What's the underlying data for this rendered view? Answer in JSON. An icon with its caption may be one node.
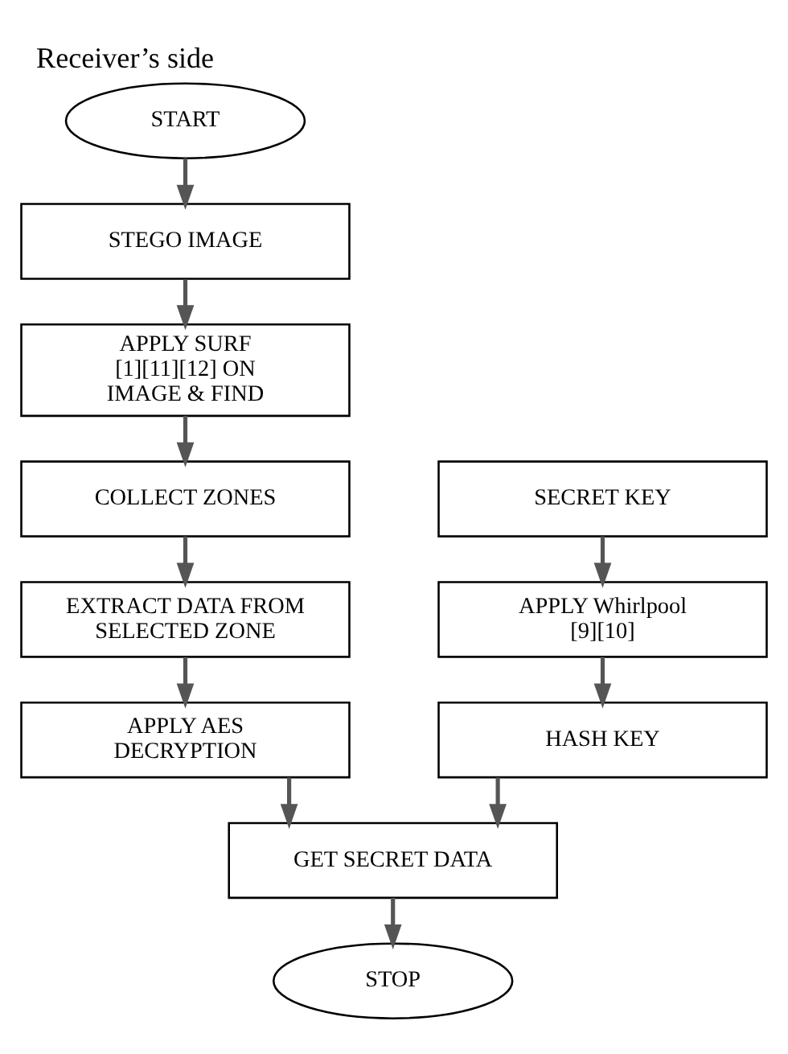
{
  "diagram": {
    "title": "Receiver’s side",
    "nodes": [
      {
        "text": [
          "START"
        ]
      },
      {
        "text": [
          "STEGO IMAGE"
        ]
      },
      {
        "text": [
          "APPLY SURF [1][11][12] ON IMAGE & FIND"
        ]
      },
      {
        "text": [
          "COLLECT ZONES"
        ]
      },
      {
        "text": [
          "EXTRACT DATA FROM SELECTED ZONE"
        ]
      },
      {
        "text": [
          "APPLY AES DECRYPTION"
        ]
      },
      {
        "text": [
          "GET SECRET DATA"
        ]
      },
      {
        "text": [
          "STOP"
        ]
      },
      {
        "text": [
          "SECRET KEY"
        ]
      },
      {
        "text": [
          "APPLY Whirlpool [9][10]"
        ]
      },
      {
        "text": [
          "HASH KEY"
        ]
      }
    ],
    "edges": [
      {
        "from": 0,
        "to": 1,
        "arrow": "to"
      },
      {
        "from": 1,
        "to": 2,
        "arrow": "to"
      },
      {
        "from": 2,
        "to": 3,
        "arrow": "to"
      },
      {
        "from": 3,
        "to": 4,
        "arrow": "to"
      },
      {
        "from": 4,
        "to": 5,
        "arrow": "to"
      },
      {
        "from": 5,
        "to": 6,
        "arrow": "to"
      },
      {
        "from": 6,
        "to": 7,
        "arrow": "to"
      },
      {
        "from": 8,
        "to": 9,
        "arrow": "to"
      },
      {
        "from": 9,
        "to": 10,
        "arrow": "to"
      },
      {
        "from": 10,
        "to": 6,
        "arrow": "to"
      }
    ]
  }
}
